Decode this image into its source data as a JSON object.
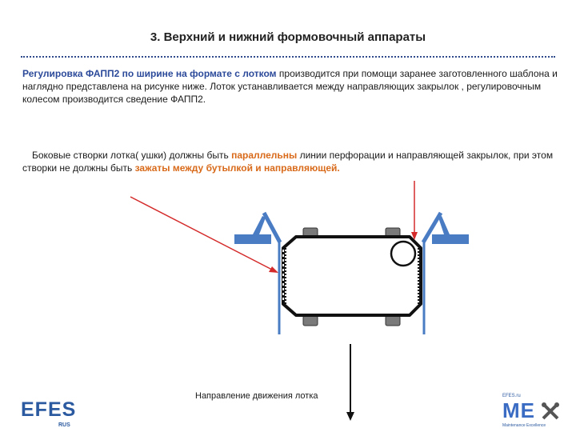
{
  "title": "3. Верхний и нижний формовочный аппараты",
  "para1": {
    "lead": "Регулировка ФАПП2 по ширине на формате с лотком",
    "rest": " производится при помощи заранее заготовленного шаблона и наглядно представлена на рисунке ниже.  Лоток устанавливается между направляющих закрылок , регулировочным колесом производится сведение ФАПП2."
  },
  "para2": {
    "part1": "Боковые створки лотка( ушки) должны быть ",
    "highlight1": "параллельны",
    "part2": " линии перфорации и направляющей закрылок, при этом створки не должны быть ",
    "highlight2": "зажаты между бутылкой и направляющей."
  },
  "diagram": {
    "direction_label": "Направление движения лотка"
  },
  "logos": {
    "left_main": "EFES",
    "left_sub": "RUS",
    "right_top": "EFES.ru",
    "right_main": "ME",
    "right_sub": "Maintenance Excellence"
  },
  "colors": {
    "heading_blue": "#2c4a9a",
    "highlight_orange": "#d86a1a",
    "guide_blue": "#4a7cc4",
    "arrow_red": "#d42a2a"
  }
}
